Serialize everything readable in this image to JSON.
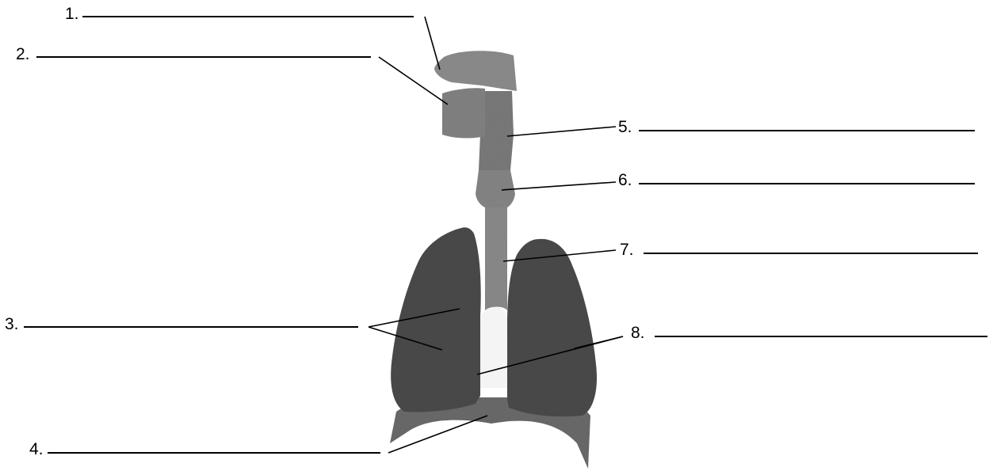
{
  "labels": {
    "n1": "1.",
    "n2": "2.",
    "n3": "3.",
    "n4": "4.",
    "n5": "5.",
    "n6": "6.",
    "n7": "7.",
    "n8": "8."
  },
  "colors": {
    "lung": "#4a4a4a",
    "airway": "#7a7a7a",
    "cavity": "#8c8c8c",
    "diaphragm": "#6a6a6a",
    "bronchi": "#f4f4f4"
  }
}
